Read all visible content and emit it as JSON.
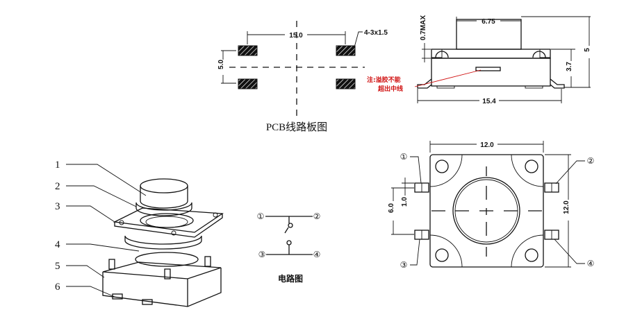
{
  "pcb": {
    "title": "PCB线路板图",
    "width_dim": "15.0",
    "height_dim": "5.0",
    "pad_note": "4-3x1.5"
  },
  "side_view": {
    "actuator_width": "6.75",
    "top_thickness": "0.7MAX",
    "body_height": "3.7",
    "total_height": "5",
    "total_width": "15.4",
    "note_line1": "注:溢胶不能",
    "note_line2": "超出中线",
    "note_color": "#d01010"
  },
  "bottom_view": {
    "width_dim": "12.0",
    "height_dim": "12.0",
    "pin_spacing": "6.0",
    "pin_width": "1.0",
    "pins": [
      "①",
      "②",
      "③",
      "④"
    ]
  },
  "circuit": {
    "title": "电路图",
    "pins": [
      "①",
      "②",
      "③",
      "④"
    ]
  },
  "exploded_view": {
    "labels": [
      "1",
      "2",
      "3",
      "4",
      "5",
      "6"
    ]
  }
}
